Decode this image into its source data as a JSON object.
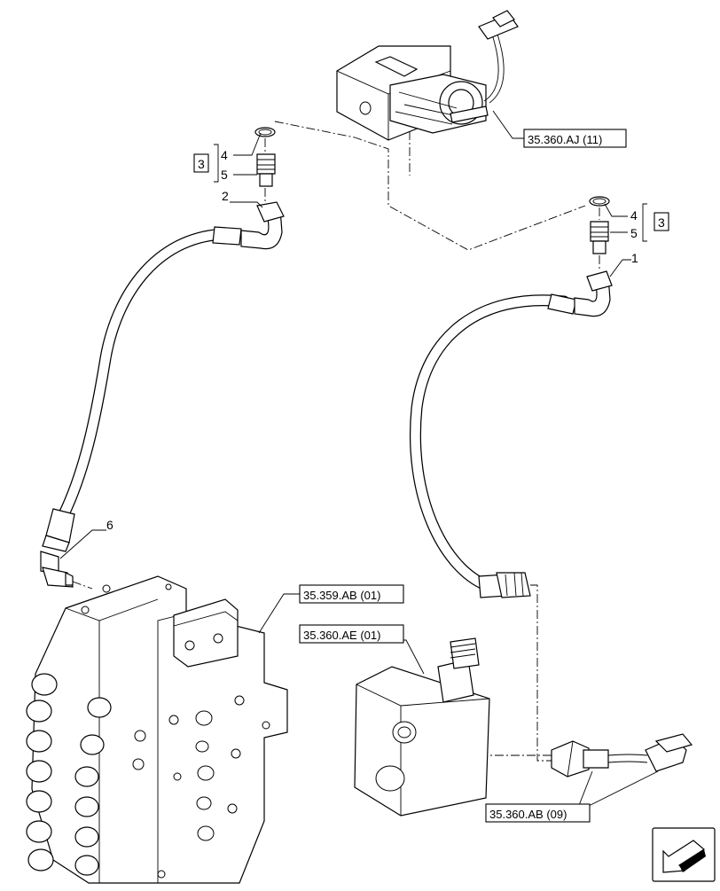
{
  "callouts": {
    "item1": "1",
    "item2": "2",
    "item4_left": "4",
    "item5_left": "5",
    "item4_right": "4",
    "item5_right": "5",
    "item6": "6",
    "kit_left": "3",
    "kit_right": "3"
  },
  "references": {
    "ref_aj": "35.360.AJ (11)",
    "ref_ab359": "35.359.AB (01)",
    "ref_ae": "35.360.AE (01)",
    "ref_ab360": "35.360.AB (09)"
  },
  "icons": {
    "navigation": "arrow-back-icon"
  }
}
